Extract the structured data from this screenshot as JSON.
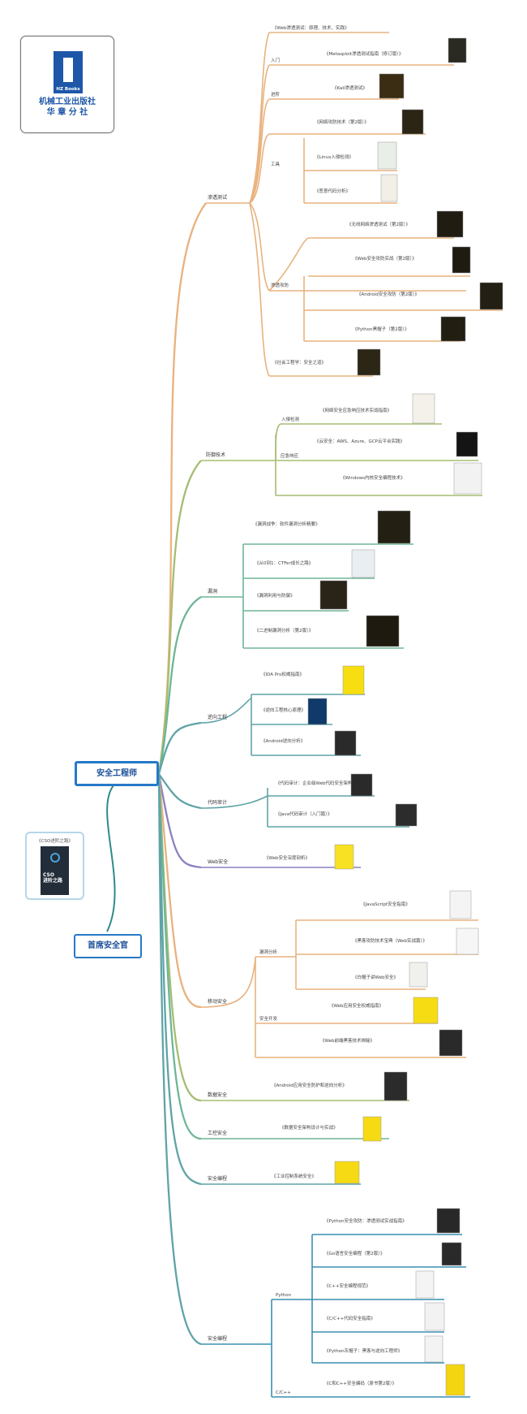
{
  "publisher": {
    "line1": "机械工业出版社",
    "line2": "华 章 分 社",
    "logo_text": "HZ Books"
  },
  "book": {
    "caption": "《CSO进阶之路》",
    "cover_title": "CSO\n进阶之路"
  },
  "root_nodes": {
    "engineer": "安全工程师",
    "director": "首席安全官"
  },
  "categories": {
    "c1": "渗透测试",
    "c2": "防御技术",
    "c3": "漏洞",
    "c4": "逆向工程",
    "c5": "代码审计",
    "c6": "Web安全",
    "c7": "移动安全",
    "c8": "数据安全",
    "c9": "工控安全",
    "c10": "安全编程"
  },
  "subcategories": {
    "s1": "入门",
    "s2": "进阶",
    "s3": "工具",
    "s4": "渗透攻防",
    "s5": "入侵检测",
    "s6": "应急响应",
    "s7": "漏洞分析",
    "s8": "安全开发",
    "s9": "Python",
    "s10": "C/C++"
  },
  "books": {
    "b1": "《Web渗透测试：原理、技术、实践》",
    "b2": "《Metasploit渗透测试指南（修订版）》",
    "b3": "《Kali渗透测试》",
    "b4": "《网络攻防技术（第2版）》",
    "b5": "《Linux入侵检测》",
    "b6": "《恶意代码分析》",
    "b7": "《无线网络渗透测试（第2版）》",
    "b8": "《Web安全攻防实战（第2版）》",
    "b9": "《Android安全攻防（第2版）》",
    "b10": "《Python黑帽子（第2版）》",
    "b11": "《社会工程学：安全之道》",
    "b12": "《网络安全应急响应技术实战指南》",
    "b13": "《云安全：AWS、Azure、GCP云平台实践》",
    "b14": "《Windows内核安全编程技术》",
    "b15": "《漏洞战争：软件漏洞分析精要》",
    "b16": "《从0到1：CTFer成长之路》",
    "b17": "《漏洞利用与防御》",
    "b18": "《二进制漏洞分析（第2版）》",
    "b19": "《IDA Pro权威指南》",
    "b20": "《逆向工程核心原理》",
    "b21": "《Android逆向分析》",
    "b22": "《代码审计：企业级Web代码安全架构》",
    "b23": "《Java代码审计（入门篇）》",
    "b24": "《Web安全深度剖析》",
    "b25": "《JavaScript安全指南》",
    "b26": "《黑客攻防技术宝典（Web实战篇）》",
    "b27": "《白帽子讲Web安全》",
    "b28": "《Web应用安全权威指南》",
    "b29": "《Web前端黑客技术揭秘》",
    "b30": "《Android应用安全防护和逆向分析》",
    "b31": "《数据安全架构设计与实战》",
    "b32": "《工业控制系统安全》",
    "b33": "《Python安全攻防：渗透测试实战指南》",
    "b34": "《Go语言安全编程（第2版）》",
    "b35": "《C++安全编程规范》",
    "b36": "《C/C++代码安全指南》",
    "b37": "《Python灰帽子：黑客与逆向工程师》",
    "b38": "《C和C++安全编码（原书第2版）》"
  },
  "colors": {
    "orange": "#e9b27e",
    "olive": "#a6bd72",
    "green": "#6fb696",
    "teal": "#5fa3a6",
    "purple": "#8c80c1",
    "blue": "#2679c8",
    "darkteal": "#2f8a88"
  }
}
